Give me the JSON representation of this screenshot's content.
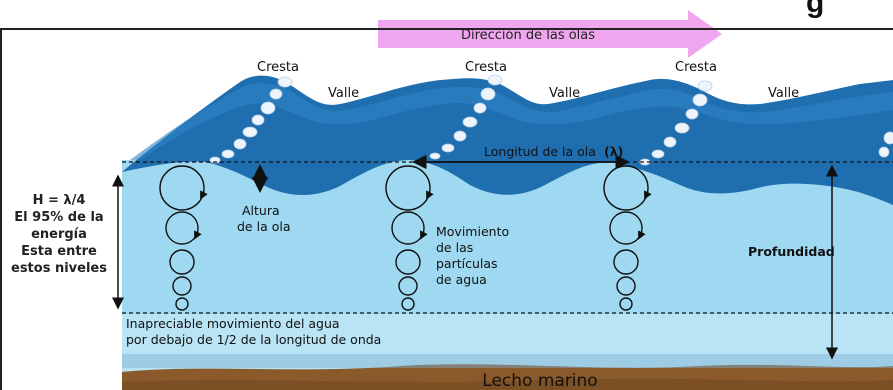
{
  "title_fragment": "g",
  "direction_label": "Dirección de las olas",
  "crest_label": "Cresta",
  "trough_label": "Valle",
  "wavelength_label": "Longitud de la ola",
  "wavelength_symbol": "(λ)",
  "wave_height_label": [
    "Altura",
    "de la ola"
  ],
  "particle_motion_label": [
    "Movimiento",
    "de las",
    "partículas",
    "de agua"
  ],
  "depth_label": "Profundidad",
  "energy_note": [
    "H = λ/4",
    "El 95% de la",
    "energía",
    "Esta entre",
    "estos niveles"
  ],
  "negligible_motion_label": [
    "Inapreciable movimiento del agua",
    "por debajo de 1/2 de la longitud de onda"
  ],
  "seabed_label": "Lecho marino",
  "colors": {
    "wave_surface": "#1f6fb0",
    "water_upper": "#9fd8f1",
    "water_lower": "#b9e4f6",
    "seabed": "#8a5a2b",
    "arrow_band": "#f0a6ee",
    "foam": "#eef4fb"
  }
}
